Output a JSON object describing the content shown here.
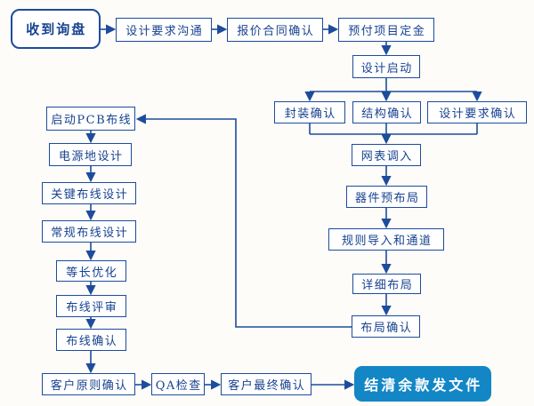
{
  "colors": {
    "line": "#1d4c9c",
    "text": "#17428f",
    "node_bg": "#ffffff",
    "final_fill": "#1386c6",
    "final_text": "#ffffff",
    "background": "#fdfcf9"
  },
  "nodes": {
    "start": {
      "label": "收到询盘"
    },
    "req_comm": {
      "label": "设计要求沟通"
    },
    "quote_confirm": {
      "label": "报价合同确认"
    },
    "deposit": {
      "label": "预付项目定金"
    },
    "design_start": {
      "label": "设计启动"
    },
    "pkg_confirm": {
      "label": "封装确认"
    },
    "struct_confirm": {
      "label": "结构确认"
    },
    "design_req_confirm": {
      "label": "设计要求确认"
    },
    "netlist": {
      "label": "网表调入"
    },
    "pre_layout": {
      "label": "器件预布局"
    },
    "rules_channel": {
      "label": "规则导入和通道"
    },
    "detail_layout": {
      "label": "详细布局"
    },
    "layout_confirm": {
      "label": "布局确认"
    },
    "pcb_route_start": {
      "label": "启动PCB布线"
    },
    "power_ground": {
      "label": "电源地设计"
    },
    "key_route": {
      "label": "关键布线设计"
    },
    "normal_route": {
      "label": "常规布线设计"
    },
    "length_opt": {
      "label": "等长优化"
    },
    "route_review": {
      "label": "布线评审"
    },
    "route_confirm": {
      "label": "布线确认"
    },
    "cust_principle": {
      "label": "客户原则确认"
    },
    "qa_check": {
      "label": "QA检查"
    },
    "cust_final": {
      "label": "客户最终确认"
    },
    "settle": {
      "label": "结清余款发文件"
    }
  },
  "edges": [
    {
      "from": "start",
      "to": "req_comm"
    },
    {
      "from": "req_comm",
      "to": "quote_confirm"
    },
    {
      "from": "quote_confirm",
      "to": "deposit"
    },
    {
      "from": "deposit",
      "to": "design_start"
    },
    {
      "from": "design_start",
      "to": "pkg_confirm"
    },
    {
      "from": "design_start",
      "to": "struct_confirm"
    },
    {
      "from": "design_start",
      "to": "design_req_confirm"
    },
    {
      "from": "pkg_confirm",
      "to": "netlist"
    },
    {
      "from": "struct_confirm",
      "to": "netlist"
    },
    {
      "from": "design_req_confirm",
      "to": "netlist"
    },
    {
      "from": "netlist",
      "to": "pre_layout"
    },
    {
      "from": "pre_layout",
      "to": "rules_channel"
    },
    {
      "from": "rules_channel",
      "to": "detail_layout"
    },
    {
      "from": "detail_layout",
      "to": "layout_confirm"
    },
    {
      "from": "layout_confirm",
      "to": "pcb_route_start"
    },
    {
      "from": "pcb_route_start",
      "to": "power_ground"
    },
    {
      "from": "power_ground",
      "to": "key_route"
    },
    {
      "from": "key_route",
      "to": "normal_route"
    },
    {
      "from": "normal_route",
      "to": "length_opt"
    },
    {
      "from": "length_opt",
      "to": "route_review"
    },
    {
      "from": "route_review",
      "to": "route_confirm"
    },
    {
      "from": "route_confirm",
      "to": "cust_principle"
    },
    {
      "from": "cust_principle",
      "to": "qa_check"
    },
    {
      "from": "qa_check",
      "to": "cust_final"
    },
    {
      "from": "cust_final",
      "to": "settle"
    }
  ]
}
